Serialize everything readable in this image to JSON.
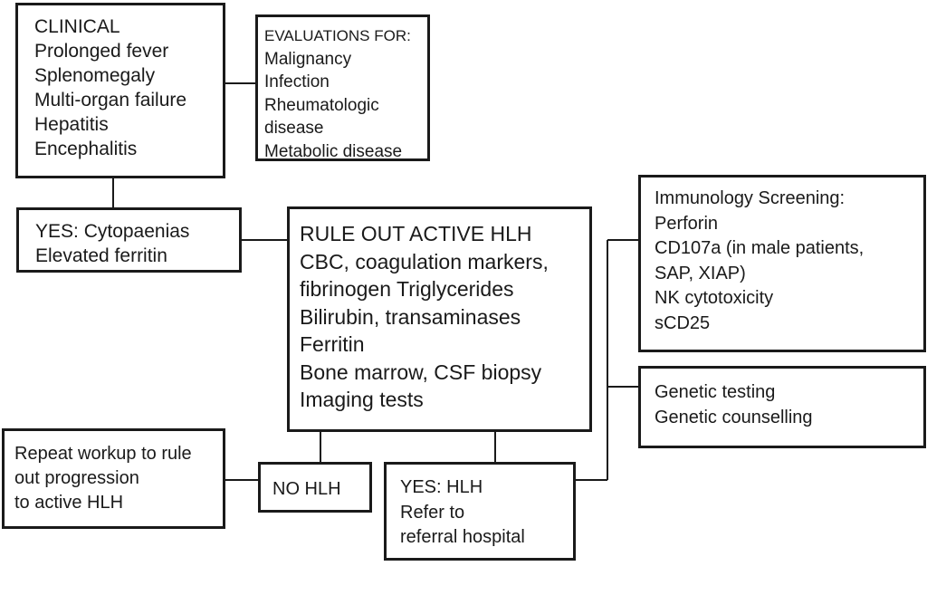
{
  "clinical": {
    "lines": [
      "CLINICAL",
      "Prolonged fever",
      "Splenomegaly",
      "Multi-organ failure",
      "Hepatitis",
      "Encephalitis"
    ]
  },
  "evaluations": {
    "lines": [
      "EVALUATIONS FOR:",
      "Malignancy",
      "Infection",
      "Rheumatologic",
      "disease",
      "Metabolic disease"
    ]
  },
  "cytopaenias": {
    "lines": [
      "YES: Cytopaenias",
      "Elevated ferritin"
    ]
  },
  "rule_out": {
    "lines": [
      "RULE OUT ACTIVE HLH",
      "CBC, coagulation markers,",
      "fibrinogen Triglycerides",
      "Bilirubin, transaminases",
      "Ferritin",
      "Bone marrow, CSF biopsy",
      "Imaging tests"
    ]
  },
  "immunology": {
    "lines": [
      "Immunology Screening:",
      "Perforin",
      "CD107a (in male patients,",
      "SAP, XIAP)",
      "NK cytotoxicity",
      "sCD25"
    ]
  },
  "genetic": {
    "lines": [
      "Genetic testing",
      "Genetic counselling"
    ]
  },
  "repeat_workup": {
    "lines": [
      "Repeat workup to rule",
      "out progression",
      "to active HLH"
    ]
  },
  "no_hlh": {
    "lines": [
      "NO HLH"
    ]
  },
  "yes_hlh": {
    "lines": [
      "YES: HLH",
      "Refer to",
      "referral hospital"
    ]
  }
}
